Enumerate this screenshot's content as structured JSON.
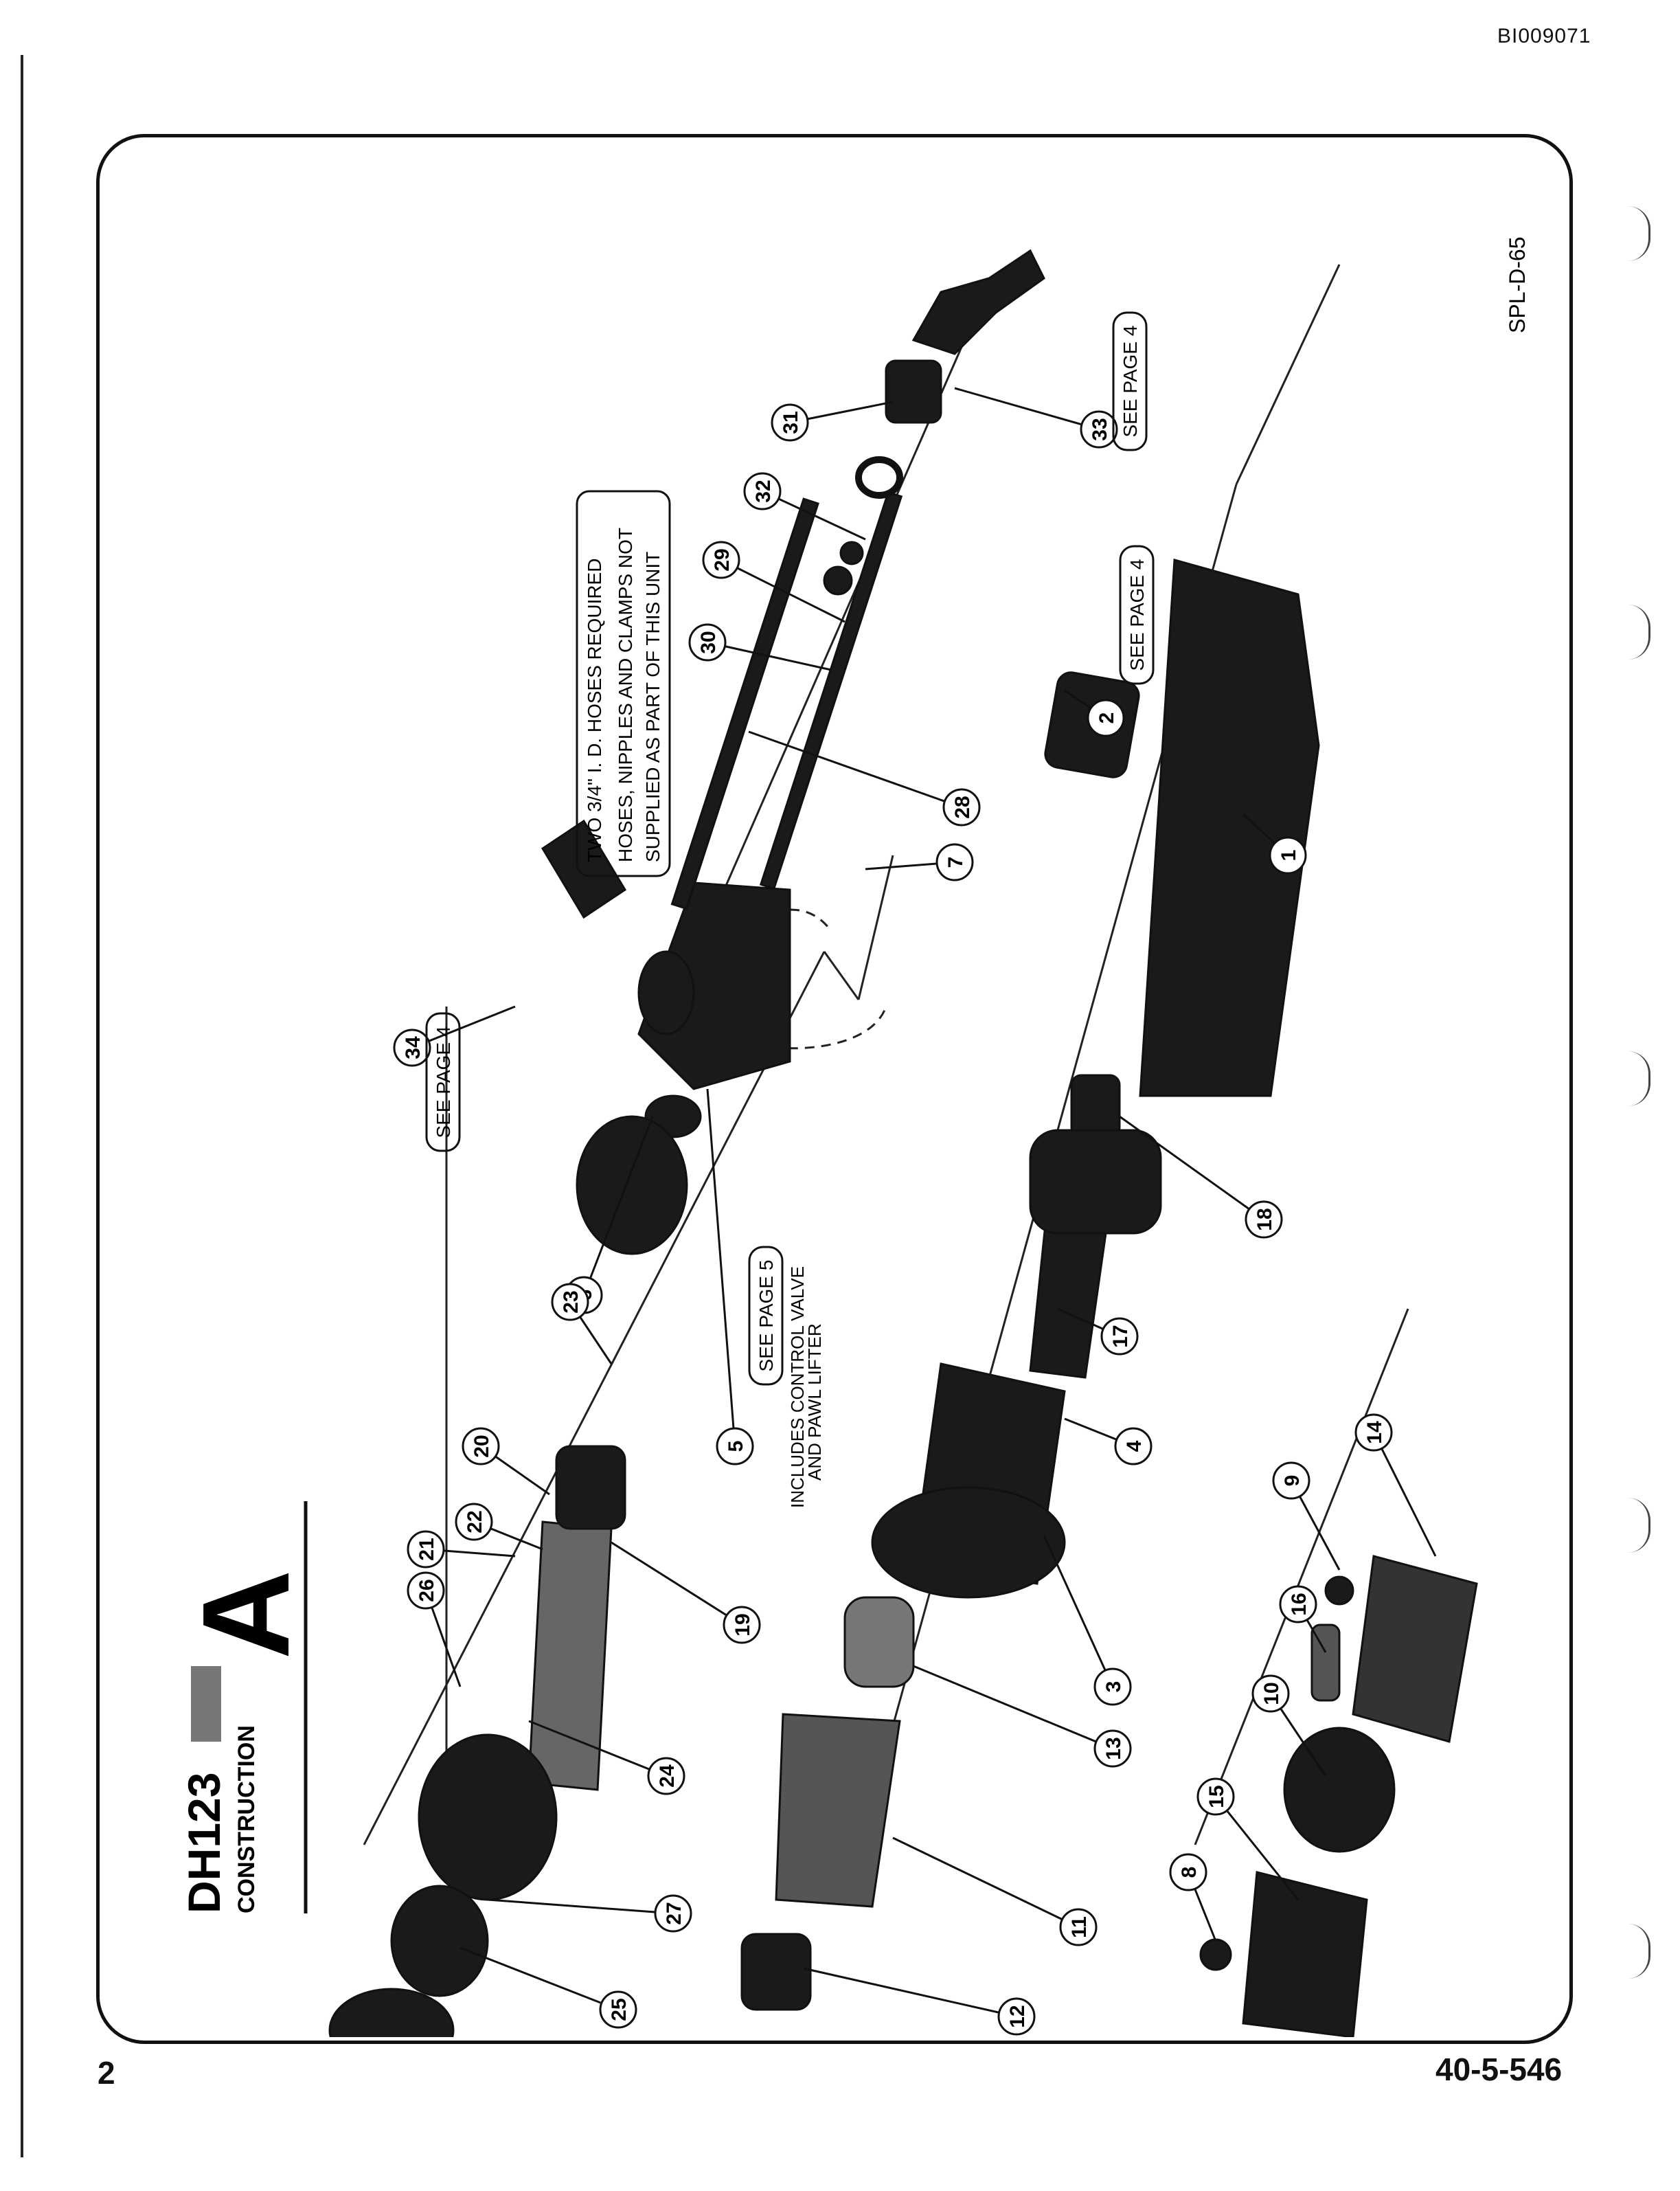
{
  "doc_id": "BI009071",
  "drawing_ref": "SPL-D-65",
  "title_model": "DH123",
  "title_section": "CONSTRUCTION",
  "title_letter": "A",
  "page_number": "2",
  "part_number": "40-5-546",
  "notes": {
    "hoses_line1": "TWO 3/4\" I. D. HOSES REQUIRED",
    "hoses_line2": "HOSES, NIPPLES AND CLAMPS NOT",
    "hoses_line3": "SUPPLIED AS PART OF THIS UNIT",
    "control_line1": "INCLUDES CONTROL VALVE",
    "control_line2": "AND PAWL LIFTER"
  },
  "see_page_4": "SEE PAGE 4",
  "see_page_5": "SEE PAGE 5",
  "callouts": [
    "1",
    "2",
    "3",
    "4",
    "5",
    "6",
    "7",
    "8",
    "9",
    "10",
    "11",
    "12",
    "13",
    "14",
    "15",
    "16",
    "17",
    "18",
    "19",
    "20",
    "21",
    "22",
    "23",
    "24",
    "25",
    "26",
    "27",
    "28",
    "29",
    "30",
    "31",
    "32",
    "33",
    "34"
  ]
}
